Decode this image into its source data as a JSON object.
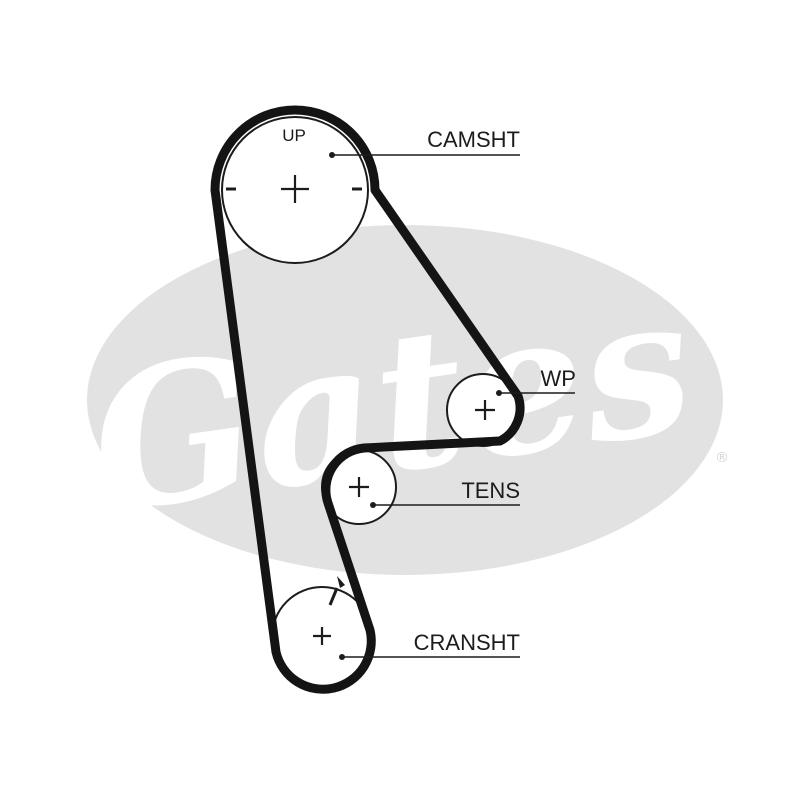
{
  "watermark": {
    "brand": "Gates",
    "color": "#e2e2e2",
    "mark": "®"
  },
  "pulleys": {
    "camshaft": {
      "label": "CAMSHT",
      "marking": "UP",
      "timing_marks": "- -"
    },
    "water_pump": {
      "label": "WP"
    },
    "tensioner": {
      "label": "TENS"
    },
    "crankshaft": {
      "label": "CRANSHT"
    }
  },
  "colors": {
    "belt": "#141414",
    "pulley_outline": "#1c1c1c",
    "background": "#ffffff"
  }
}
